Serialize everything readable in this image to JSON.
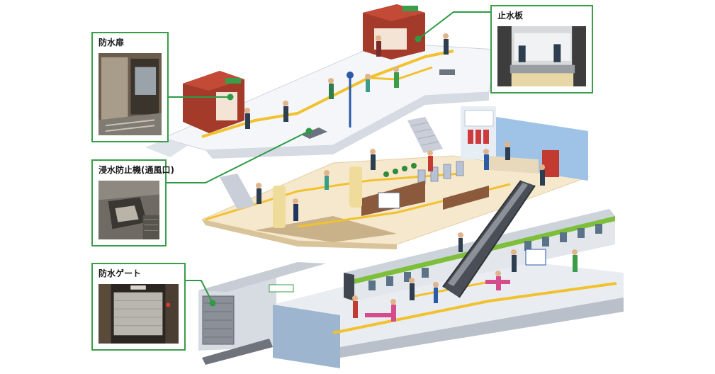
{
  "callouts": {
    "flood_door": "防水扉",
    "stop_board": "止水板",
    "ventilation_shutter": "浸水防止機(通風口)",
    "flood_gate": "防水ゲート"
  },
  "colors": {
    "callout_border": "#3a9d4a",
    "guide_line": "#2e9a45",
    "tactile_paving": "#f2c12e",
    "train_stripe": "#7dbf3a",
    "brick": "#a33a2a"
  }
}
